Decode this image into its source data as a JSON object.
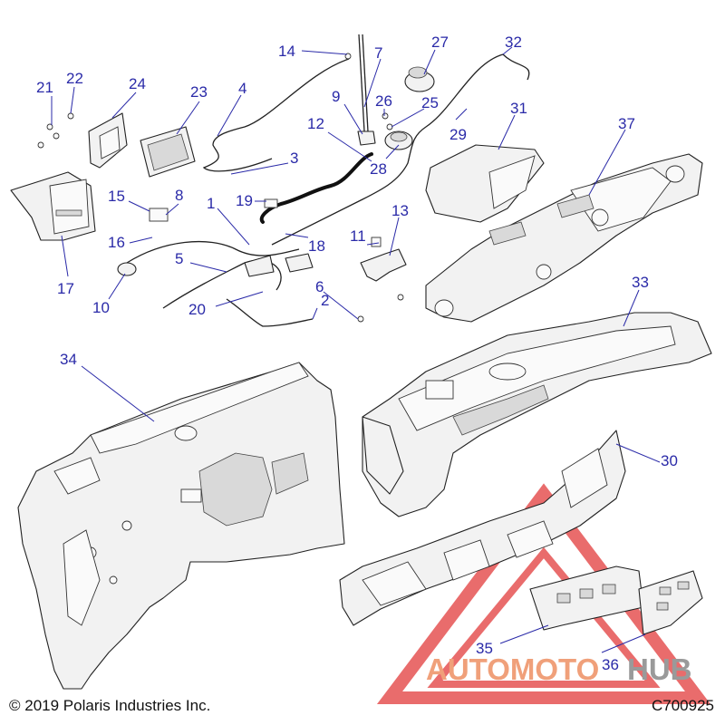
{
  "diagram": {
    "callouts": [
      {
        "id": "1",
        "label": "1"
      },
      {
        "id": "2",
        "label": "2"
      },
      {
        "id": "3",
        "label": "3"
      },
      {
        "id": "4",
        "label": "4"
      },
      {
        "id": "5",
        "label": "5"
      },
      {
        "id": "6",
        "label": "6"
      },
      {
        "id": "7",
        "label": "7"
      },
      {
        "id": "8",
        "label": "8"
      },
      {
        "id": "9",
        "label": "9"
      },
      {
        "id": "10",
        "label": "10"
      },
      {
        "id": "11",
        "label": "11"
      },
      {
        "id": "12",
        "label": "12"
      },
      {
        "id": "13",
        "label": "13"
      },
      {
        "id": "14",
        "label": "14"
      },
      {
        "id": "15",
        "label": "15"
      },
      {
        "id": "16",
        "label": "16"
      },
      {
        "id": "17",
        "label": "17"
      },
      {
        "id": "18",
        "label": "18"
      },
      {
        "id": "19",
        "label": "19"
      },
      {
        "id": "20",
        "label": "20"
      },
      {
        "id": "21",
        "label": "21"
      },
      {
        "id": "22",
        "label": "22"
      },
      {
        "id": "23",
        "label": "23"
      },
      {
        "id": "24",
        "label": "24"
      },
      {
        "id": "25",
        "label": "25"
      },
      {
        "id": "26",
        "label": "26"
      },
      {
        "id": "27",
        "label": "27"
      },
      {
        "id": "28",
        "label": "28"
      },
      {
        "id": "29",
        "label": "29"
      },
      {
        "id": "30",
        "label": "30"
      },
      {
        "id": "31",
        "label": "31"
      },
      {
        "id": "32",
        "label": "32"
      },
      {
        "id": "33",
        "label": "33"
      },
      {
        "id": "34",
        "label": "34"
      },
      {
        "id": "35",
        "label": "35"
      },
      {
        "id": "36",
        "label": "36"
      },
      {
        "id": "37",
        "label": "37"
      }
    ]
  },
  "watermark": {
    "prefix": "AUTOMOTO",
    "suffix": "HUB",
    "prefix_color": "#f0a07a",
    "suffix_color": "#9a9a9a",
    "logo_color": "#e23b3b"
  },
  "footer": {
    "copyright": "© 2019 Polaris Industries Inc.",
    "diagram_id": "C700925"
  }
}
